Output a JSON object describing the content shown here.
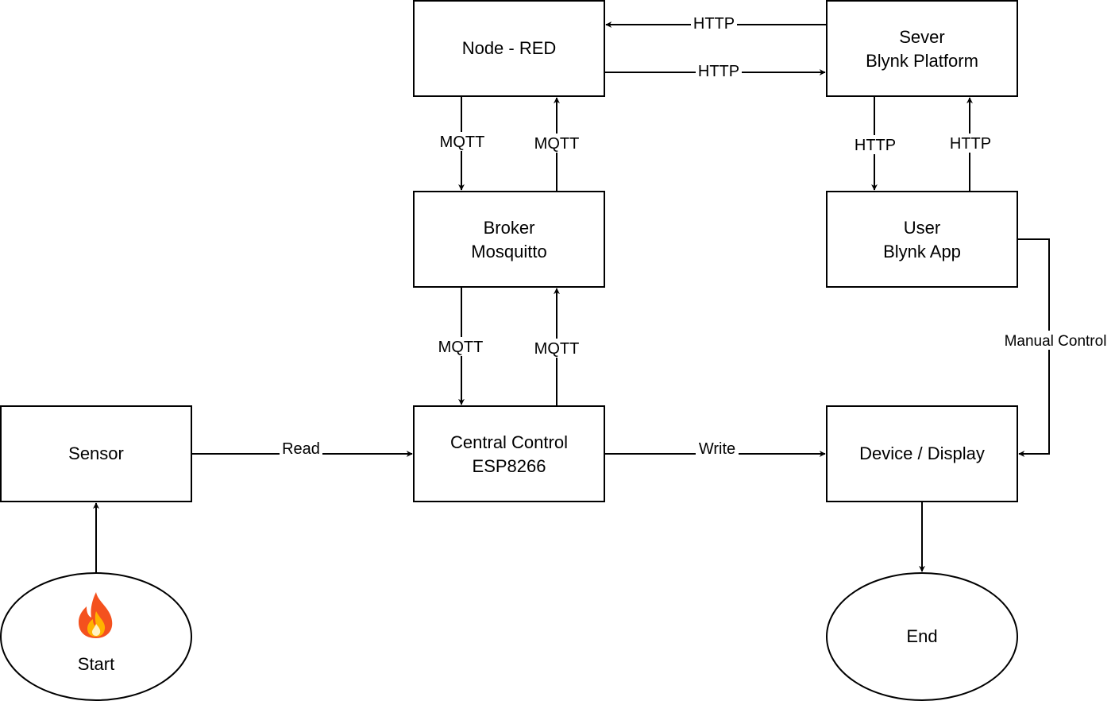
{
  "nodes": {
    "node_red": {
      "label": "Node - RED"
    },
    "server": {
      "line1": "Sever",
      "line2": "Blynk Platform"
    },
    "broker": {
      "line1": "Broker",
      "line2": "Mosquitto"
    },
    "user": {
      "line1": "User",
      "line2": "Blynk App"
    },
    "sensor": {
      "label": "Sensor"
    },
    "central": {
      "line1": "Central Control",
      "line2": "ESP8266"
    },
    "device": {
      "label": "Device / Display"
    },
    "start": {
      "label": "Start",
      "icon": "fire-icon"
    },
    "end": {
      "label": "End"
    }
  },
  "edges": {
    "server_to_nodered": "HTTP",
    "nodered_to_server": "HTTP",
    "nodered_to_broker": "MQTT",
    "broker_to_nodered": "MQTT",
    "broker_to_central": "MQTT",
    "central_to_broker": "MQTT",
    "server_to_user": "HTTP",
    "user_to_server": "HTTP",
    "user_to_device": "Manual Control",
    "sensor_to_central": "Read",
    "central_to_device": "Write"
  },
  "colors": {
    "stroke": "#000000",
    "background": "#ffffff",
    "flame_outer": "#f4511e",
    "flame_inner": "#ffb300"
  }
}
